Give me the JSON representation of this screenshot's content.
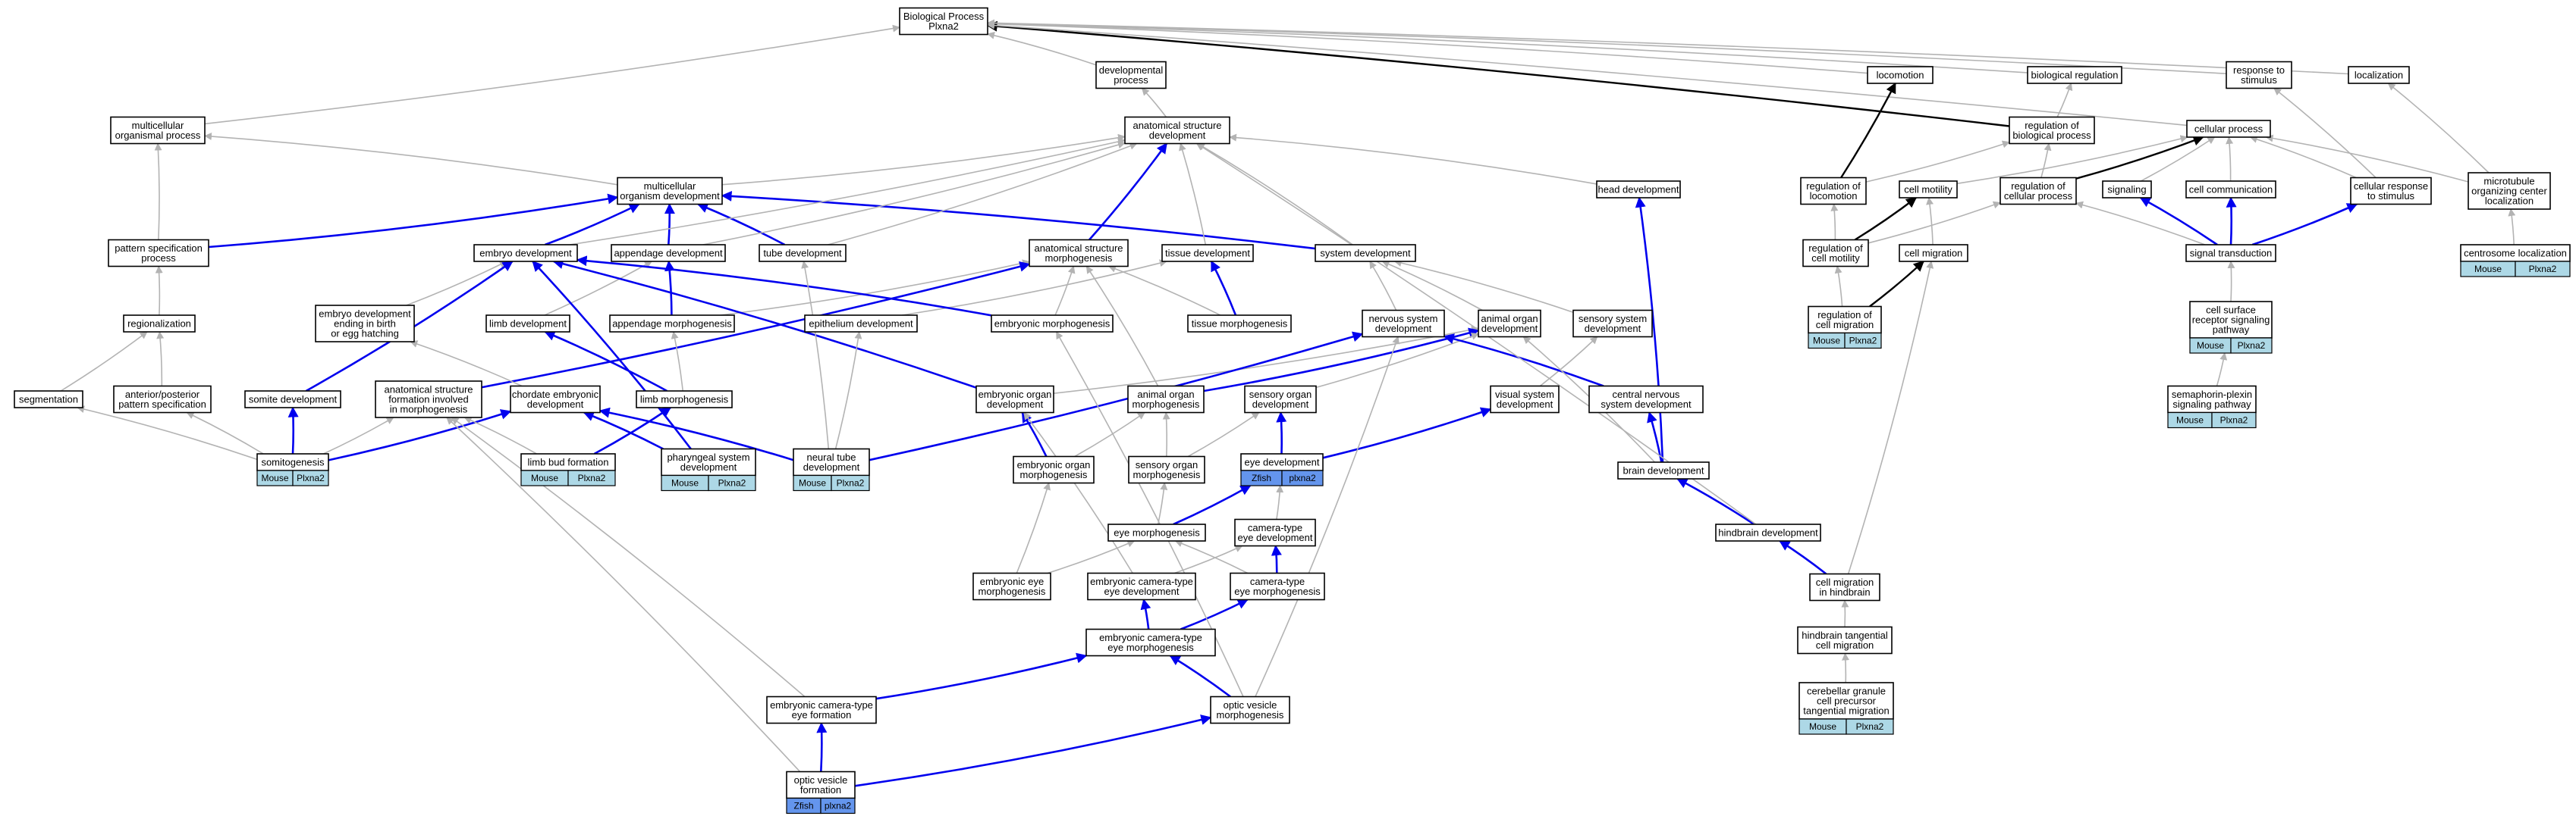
{
  "colors": {
    "mouse_tag": "#add8e6",
    "zfish_tag": "#6495ed",
    "edge_is_a": "#b3b3b3",
    "edge_part_of": "#0000ee",
    "edge_regulates": "#000000"
  },
  "nodes": [
    {
      "id": "bp",
      "lines": [
        "Biological Process",
        "Plxna2"
      ]
    },
    {
      "id": "devproc",
      "lines": [
        "developmental",
        "process"
      ]
    },
    {
      "id": "locomotion",
      "lines": [
        "locomotion"
      ]
    },
    {
      "id": "bioreg",
      "lines": [
        "biological regulation"
      ]
    },
    {
      "id": "respstim",
      "lines": [
        "response to",
        "stimulus"
      ]
    },
    {
      "id": "localization",
      "lines": [
        "localization"
      ]
    },
    {
      "id": "multiorg",
      "lines": [
        "multicellular",
        "organismal process"
      ]
    },
    {
      "id": "anatdev",
      "lines": [
        "anatomical structure",
        "development"
      ]
    },
    {
      "id": "regbio",
      "lines": [
        "regulation of",
        "biological process"
      ]
    },
    {
      "id": "cellproc",
      "lines": [
        "cellular process"
      ]
    },
    {
      "id": "mcodev",
      "lines": [
        "multicellular",
        "organism development"
      ]
    },
    {
      "id": "headdev",
      "lines": [
        "head development"
      ]
    },
    {
      "id": "regloco",
      "lines": [
        "regulation of",
        "locomotion"
      ]
    },
    {
      "id": "cellmot",
      "lines": [
        "cell motility"
      ]
    },
    {
      "id": "regcell",
      "lines": [
        "regulation of",
        "cellular process"
      ]
    },
    {
      "id": "signaling",
      "lines": [
        "signaling"
      ]
    },
    {
      "id": "cellcomm",
      "lines": [
        "cell communication"
      ]
    },
    {
      "id": "cellresp",
      "lines": [
        "cellular response",
        "to stimulus"
      ]
    },
    {
      "id": "mtoc",
      "lines": [
        "microtubule",
        "organizing center",
        "localization"
      ]
    },
    {
      "id": "patspec",
      "lines": [
        "pattern specification",
        "process"
      ]
    },
    {
      "id": "embdev",
      "lines": [
        "embryo development"
      ]
    },
    {
      "id": "appdev",
      "lines": [
        "appendage development"
      ]
    },
    {
      "id": "tubedev",
      "lines": [
        "tube development"
      ]
    },
    {
      "id": "asmorph",
      "lines": [
        "anatomical structure",
        "morphogenesis"
      ]
    },
    {
      "id": "tissuedev",
      "lines": [
        "tissue development"
      ]
    },
    {
      "id": "sysdev",
      "lines": [
        "system development"
      ]
    },
    {
      "id": "regcellmot",
      "lines": [
        "regulation of",
        "cell motility"
      ]
    },
    {
      "id": "cellmig",
      "lines": [
        "cell migration"
      ]
    },
    {
      "id": "sigtrans",
      "lines": [
        "signal transduction"
      ]
    },
    {
      "id": "centloc",
      "lines": [
        "centrosome localization"
      ],
      "tag": [
        "Mouse",
        "Plxna2"
      ],
      "tagColor": "mouse_tag"
    },
    {
      "id": "regional",
      "lines": [
        "regionalization"
      ]
    },
    {
      "id": "embhatch",
      "lines": [
        "embryo development",
        "ending in birth",
        "or egg hatching"
      ]
    },
    {
      "id": "limbdev",
      "lines": [
        "limb development"
      ]
    },
    {
      "id": "appmorph",
      "lines": [
        "appendage morphogenesis"
      ]
    },
    {
      "id": "epidev",
      "lines": [
        "epithelium development"
      ]
    },
    {
      "id": "embmorph",
      "lines": [
        "embryonic morphogenesis"
      ]
    },
    {
      "id": "tismorph",
      "lines": [
        "tissue morphogenesis"
      ]
    },
    {
      "id": "nsdev",
      "lines": [
        "nervous system",
        "development"
      ]
    },
    {
      "id": "aodev",
      "lines": [
        "animal organ",
        "development"
      ]
    },
    {
      "id": "sensysdev",
      "lines": [
        "sensory system",
        "development"
      ]
    },
    {
      "id": "regcellmig",
      "lines": [
        "regulation of",
        "cell migration"
      ],
      "tag": [
        "Mouse",
        "Plxna2"
      ],
      "tagColor": "mouse_tag"
    },
    {
      "id": "cellsurf",
      "lines": [
        "cell surface",
        "receptor signaling",
        "pathway"
      ],
      "tag": [
        "Mouse",
        "Plxna2"
      ],
      "tagColor": "mouse_tag"
    },
    {
      "id": "segment",
      "lines": [
        "segmentation"
      ]
    },
    {
      "id": "apspec",
      "lines": [
        "anterior/posterior",
        "pattern specification"
      ]
    },
    {
      "id": "somdev",
      "lines": [
        "somite development"
      ]
    },
    {
      "id": "asfim",
      "lines": [
        "anatomical structure",
        "formation involved",
        "in morphogenesis"
      ]
    },
    {
      "id": "chordev",
      "lines": [
        "chordate embryonic",
        "development"
      ]
    },
    {
      "id": "limbmorph",
      "lines": [
        "limb morphogenesis"
      ]
    },
    {
      "id": "emborgdev",
      "lines": [
        "embryonic organ",
        "development"
      ]
    },
    {
      "id": "aomorph",
      "lines": [
        "animal organ",
        "morphogenesis"
      ]
    },
    {
      "id": "sensorgdev",
      "lines": [
        "sensory organ",
        "development"
      ]
    },
    {
      "id": "vissysdev",
      "lines": [
        "visual system",
        "development"
      ]
    },
    {
      "id": "cnsdev",
      "lines": [
        "central nervous",
        "system development"
      ]
    },
    {
      "id": "semaplex",
      "lines": [
        "semaphorin-plexin",
        "signaling pathway"
      ],
      "tag": [
        "Mouse",
        "Plxna2"
      ],
      "tagColor": "mouse_tag"
    },
    {
      "id": "somito",
      "lines": [
        "somitogenesis"
      ],
      "tag": [
        "Mouse",
        "Plxna2"
      ],
      "tagColor": "mouse_tag"
    },
    {
      "id": "limbbud",
      "lines": [
        "limb bud formation"
      ],
      "tag": [
        "Mouse",
        "Plxna2"
      ],
      "tagColor": "mouse_tag"
    },
    {
      "id": "pharyng",
      "lines": [
        "pharyngeal system",
        "development"
      ],
      "tag": [
        "Mouse",
        "Plxna2"
      ],
      "tagColor": "mouse_tag"
    },
    {
      "id": "neurtube",
      "lines": [
        "neural tube",
        "development"
      ],
      "tag": [
        "Mouse",
        "Plxna2"
      ],
      "tagColor": "mouse_tag"
    },
    {
      "id": "emborgmorph",
      "lines": [
        "embryonic organ",
        "morphogenesis"
      ]
    },
    {
      "id": "sensorgmorph",
      "lines": [
        "sensory organ",
        "morphogenesis"
      ]
    },
    {
      "id": "eyedev",
      "lines": [
        "eye development"
      ],
      "tag": [
        "Zfish",
        "plxna2"
      ],
      "tagColor": "zfish_tag"
    },
    {
      "id": "braindev",
      "lines": [
        "brain development"
      ]
    },
    {
      "id": "eyemorph",
      "lines": [
        "eye morphogenesis"
      ]
    },
    {
      "id": "ctedev",
      "lines": [
        "camera-type",
        "eye development"
      ]
    },
    {
      "id": "hbdev",
      "lines": [
        "hindbrain development"
      ]
    },
    {
      "id": "embeyemorph",
      "lines": [
        "embryonic eye",
        "morphogenesis"
      ]
    },
    {
      "id": "embctedev",
      "lines": [
        "embryonic camera-type",
        "eye development"
      ]
    },
    {
      "id": "ctemorph",
      "lines": [
        "camera-type",
        "eye morphogenesis"
      ]
    },
    {
      "id": "cmhb",
      "lines": [
        "cell migration",
        "in hindbrain"
      ]
    },
    {
      "id": "embctemorph",
      "lines": [
        "embryonic camera-type",
        "eye morphogenesis"
      ]
    },
    {
      "id": "hbtang",
      "lines": [
        "hindbrain tangential",
        "cell migration"
      ]
    },
    {
      "id": "embcteform",
      "lines": [
        "embryonic camera-type",
        "eye formation"
      ]
    },
    {
      "id": "opticmorph",
      "lines": [
        "optic vesicle",
        "morphogenesis"
      ]
    },
    {
      "id": "cerebellar",
      "lines": [
        "cerebellar granule",
        "cell precursor",
        "tangential migration"
      ],
      "tag": [
        "Mouse",
        "Plxna2"
      ],
      "tagColor": "mouse_tag"
    },
    {
      "id": "opticform",
      "lines": [
        "optic vesicle",
        "formation"
      ],
      "tag": [
        "Zfish",
        "plxna2"
      ],
      "tagColor": "zfish_tag"
    }
  ],
  "edges": [
    {
      "from": "devproc",
      "to": "bp",
      "type": "gray"
    },
    {
      "from": "locomotion",
      "to": "bp",
      "type": "gray"
    },
    {
      "from": "bioreg",
      "to": "bp",
      "type": "gray"
    },
    {
      "from": "regbio",
      "to": "bp",
      "type": "black"
    },
    {
      "from": "respstim",
      "to": "bp",
      "type": "gray"
    },
    {
      "from": "localization",
      "to": "bp",
      "type": "gray"
    },
    {
      "from": "multiorg",
      "to": "bp",
      "type": "gray"
    },
    {
      "from": "cellproc",
      "to": "bp",
      "type": "gray"
    },
    {
      "from": "anatdev",
      "to": "devproc",
      "type": "gray"
    },
    {
      "from": "mcodev",
      "to": "multiorg",
      "type": "gray"
    },
    {
      "from": "regbio",
      "to": "bioreg",
      "type": "gray"
    },
    {
      "from": "mcodev",
      "to": "anatdev",
      "type": "gray"
    },
    {
      "from": "regloco",
      "to": "locomotion",
      "type": "black"
    },
    {
      "from": "regloco",
      "to": "regbio",
      "type": "gray"
    },
    {
      "from": "regcell",
      "to": "regbio",
      "type": "gray"
    },
    {
      "from": "regcell",
      "to": "cellproc",
      "type": "black"
    },
    {
      "from": "cellmot",
      "to": "cellproc",
      "type": "gray"
    },
    {
      "from": "cellcomm",
      "to": "cellproc",
      "type": "gray"
    },
    {
      "from": "cellresp",
      "to": "respstim",
      "type": "gray"
    },
    {
      "from": "cellresp",
      "to": "cellproc",
      "type": "gray"
    },
    {
      "from": "mtoc",
      "to": "localization",
      "type": "gray"
    },
    {
      "from": "mtoc",
      "to": "cellproc",
      "type": "gray"
    },
    {
      "from": "headdev",
      "to": "anatdev",
      "type": "gray"
    },
    {
      "from": "patspec",
      "to": "multiorg",
      "type": "gray"
    },
    {
      "from": "patspec",
      "to": "mcodev",
      "type": "blue"
    },
    {
      "from": "embdev",
      "to": "mcodev",
      "type": "blue"
    },
    {
      "from": "appdev",
      "to": "mcodev",
      "type": "blue"
    },
    {
      "from": "tubedev",
      "to": "mcodev",
      "type": "blue"
    },
    {
      "from": "sysdev",
      "to": "mcodev",
      "type": "blue"
    },
    {
      "from": "asmorph",
      "to": "anatdev",
      "type": "blue"
    },
    {
      "from": "tissuedev",
      "to": "anatdev",
      "type": "gray"
    },
    {
      "from": "sysdev",
      "to": "anatdev",
      "type": "gray"
    },
    {
      "from": "tubedev",
      "to": "anatdev",
      "type": "gray"
    },
    {
      "from": "appdev",
      "to": "anatdev",
      "type": "gray"
    },
    {
      "from": "embdev",
      "to": "anatdev",
      "type": "gray"
    },
    {
      "from": "regcellmot",
      "to": "cellmot",
      "type": "black"
    },
    {
      "from": "regcellmot",
      "to": "regloco",
      "type": "gray"
    },
    {
      "from": "regcellmot",
      "to": "regcell",
      "type": "gray"
    },
    {
      "from": "cellmig",
      "to": "cellmot",
      "type": "gray"
    },
    {
      "from": "sigtrans",
      "to": "signaling",
      "type": "blue"
    },
    {
      "from": "sigtrans",
      "to": "cellcomm",
      "type": "blue"
    },
    {
      "from": "sigtrans",
      "to": "cellresp",
      "type": "blue"
    },
    {
      "from": "sigtrans",
      "to": "regcell",
      "type": "gray"
    },
    {
      "from": "signaling",
      "to": "cellproc",
      "type": "gray"
    },
    {
      "from": "centloc",
      "to": "mtoc",
      "type": "gray"
    },
    {
      "from": "regional",
      "to": "patspec",
      "type": "gray"
    },
    {
      "from": "embhatch",
      "to": "embdev",
      "type": "gray"
    },
    {
      "from": "limbdev",
      "to": "appdev",
      "type": "gray"
    },
    {
      "from": "appmorph",
      "to": "appdev",
      "type": "blue"
    },
    {
      "from": "appmorph",
      "to": "asmorph",
      "type": "gray"
    },
    {
      "from": "epidev",
      "to": "tissuedev",
      "type": "gray"
    },
    {
      "from": "embmorph",
      "to": "embdev",
      "type": "blue"
    },
    {
      "from": "embmorph",
      "to": "asmorph",
      "type": "gray"
    },
    {
      "from": "tismorph",
      "to": "tissuedev",
      "type": "blue"
    },
    {
      "from": "tismorph",
      "to": "asmorph",
      "type": "gray"
    },
    {
      "from": "nsdev",
      "to": "sysdev",
      "type": "gray"
    },
    {
      "from": "aodev",
      "to": "sysdev",
      "type": "gray"
    },
    {
      "from": "sensysdev",
      "to": "sysdev",
      "type": "gray"
    },
    {
      "from": "regcellmig",
      "to": "cellmig",
      "type": "black"
    },
    {
      "from": "regcellmig",
      "to": "regcellmot",
      "type": "gray"
    },
    {
      "from": "cellsurf",
      "to": "sigtrans",
      "type": "gray"
    },
    {
      "from": "segment",
      "to": "regional",
      "type": "gray"
    },
    {
      "from": "apspec",
      "to": "regional",
      "type": "gray"
    },
    {
      "from": "somdev",
      "to": "embdev",
      "type": "blue"
    },
    {
      "from": "asfim",
      "to": "asmorph",
      "type": "blue"
    },
    {
      "from": "chordev",
      "to": "embhatch",
      "type": "gray"
    },
    {
      "from": "limbmorph",
      "to": "limbdev",
      "type": "blue"
    },
    {
      "from": "limbmorph",
      "to": "appmorph",
      "type": "gray"
    },
    {
      "from": "emborgdev",
      "to": "embdev",
      "type": "blue"
    },
    {
      "from": "emborgdev",
      "to": "aodev",
      "type": "gray"
    },
    {
      "from": "aomorph",
      "to": "aodev",
      "type": "blue"
    },
    {
      "from": "aomorph",
      "to": "asmorph",
      "type": "gray"
    },
    {
      "from": "sensorgdev",
      "to": "aodev",
      "type": "gray"
    },
    {
      "from": "vissysdev",
      "to": "sensysdev",
      "type": "gray"
    },
    {
      "from": "cnsdev",
      "to": "nsdev",
      "type": "blue"
    },
    {
      "from": "semaplex",
      "to": "cellsurf",
      "type": "gray"
    },
    {
      "from": "somito",
      "to": "somdev",
      "type": "blue"
    },
    {
      "from": "somito",
      "to": "chordev",
      "type": "blue"
    },
    {
      "from": "somito",
      "to": "segment",
      "type": "gray"
    },
    {
      "from": "somito",
      "to": "apspec",
      "type": "gray"
    },
    {
      "from": "somito",
      "to": "asfim",
      "type": "gray"
    },
    {
      "from": "limbbud",
      "to": "limbmorph",
      "type": "blue"
    },
    {
      "from": "limbbud",
      "to": "asfim",
      "type": "gray"
    },
    {
      "from": "pharyng",
      "to": "chordev",
      "type": "blue"
    },
    {
      "from": "pharyng",
      "to": "embdev",
      "type": "blue"
    },
    {
      "from": "neurtube",
      "to": "chordev",
      "type": "blue"
    },
    {
      "from": "neurtube",
      "to": "nsdev",
      "type": "blue"
    },
    {
      "from": "neurtube",
      "to": "tubedev",
      "type": "gray"
    },
    {
      "from": "neurtube",
      "to": "epidev",
      "type": "gray"
    },
    {
      "from": "emborgmorph",
      "to": "emborgdev",
      "type": "blue"
    },
    {
      "from": "emborgmorph",
      "to": "aomorph",
      "type": "gray"
    },
    {
      "from": "sensorgmorph",
      "to": "sensorgdev",
      "type": "gray"
    },
    {
      "from": "sensorgmorph",
      "to": "aomorph",
      "type": "gray"
    },
    {
      "from": "eyedev",
      "to": "sensorgdev",
      "type": "blue"
    },
    {
      "from": "eyedev",
      "to": "vissysdev",
      "type": "blue"
    },
    {
      "from": "braindev",
      "to": "cnsdev",
      "type": "blue"
    },
    {
      "from": "braindev",
      "to": "headdev",
      "type": "blue"
    },
    {
      "from": "braindev",
      "to": "aodev",
      "type": "gray"
    },
    {
      "from": "eyemorph",
      "to": "eyedev",
      "type": "blue"
    },
    {
      "from": "eyemorph",
      "to": "sensorgmorph",
      "type": "gray"
    },
    {
      "from": "ctedev",
      "to": "eyedev",
      "type": "gray"
    },
    {
      "from": "hbdev",
      "to": "braindev",
      "type": "blue"
    },
    {
      "from": "hbdev",
      "to": "anatdev",
      "type": "gray"
    },
    {
      "from": "embeyemorph",
      "to": "eyemorph",
      "type": "gray"
    },
    {
      "from": "embeyemorph",
      "to": "emborgmorph",
      "type": "gray"
    },
    {
      "from": "embctedev",
      "to": "ctedev",
      "type": "gray"
    },
    {
      "from": "embctedev",
      "to": "emborgdev",
      "type": "gray"
    },
    {
      "from": "ctemorph",
      "to": "ctedev",
      "type": "blue"
    },
    {
      "from": "ctemorph",
      "to": "eyemorph",
      "type": "gray"
    },
    {
      "from": "cmhb",
      "to": "hbdev",
      "type": "blue"
    },
    {
      "from": "cmhb",
      "to": "cellmig",
      "type": "gray"
    },
    {
      "from": "embctemorph",
      "to": "embctedev",
      "type": "blue"
    },
    {
      "from": "embctemorph",
      "to": "ctemorph",
      "type": "blue"
    },
    {
      "from": "hbtang",
      "to": "cmhb",
      "type": "gray"
    },
    {
      "from": "embcteform",
      "to": "embctemorph",
      "type": "blue"
    },
    {
      "from": "embcteform",
      "to": "asfim",
      "type": "gray"
    },
    {
      "from": "opticmorph",
      "to": "embctemorph",
      "type": "blue"
    },
    {
      "from": "opticmorph",
      "to": "nsdev",
      "type": "gray"
    },
    {
      "from": "opticmorph",
      "to": "embmorph",
      "type": "gray"
    },
    {
      "from": "cerebellar",
      "to": "hbtang",
      "type": "gray"
    },
    {
      "from": "opticform",
      "to": "embcteform",
      "type": "blue"
    },
    {
      "from": "opticform",
      "to": "opticmorph",
      "type": "blue"
    },
    {
      "from": "opticform",
      "to": "asfim",
      "type": "gray"
    }
  ]
}
